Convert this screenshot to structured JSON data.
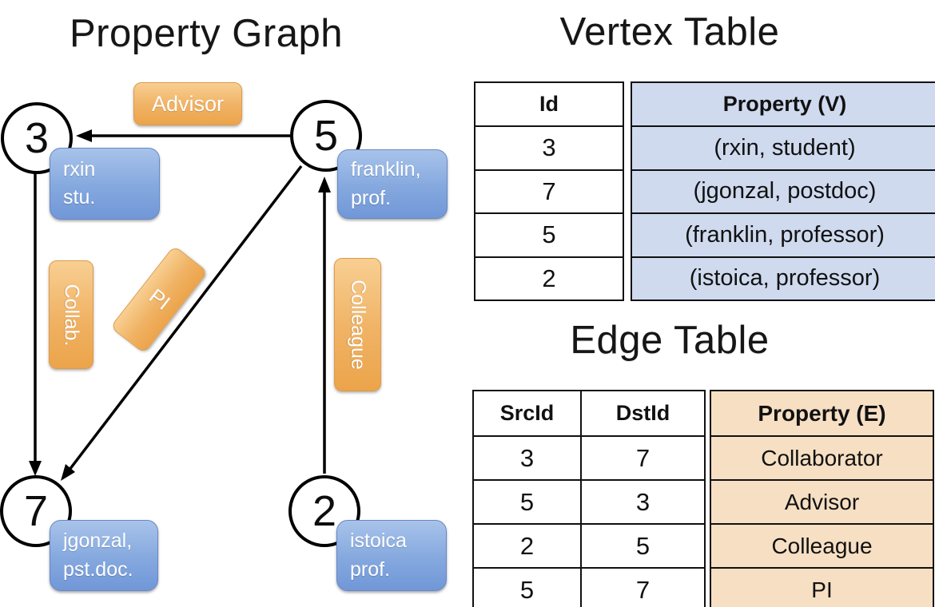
{
  "graph": {
    "title": "Property Graph",
    "nodes": [
      {
        "id": "3",
        "line1": "rxin",
        "line2": "stu."
      },
      {
        "id": "5",
        "line1": "franklin,",
        "line2": "prof."
      },
      {
        "id": "7",
        "line1": "jgonzal,",
        "line2": "pst.doc."
      },
      {
        "id": "2",
        "line1": "istoica",
        "line2": "prof."
      }
    ],
    "edge_labels": {
      "advisor": "Advisor",
      "collab": "Collab.",
      "pi": "PI",
      "colleague": "Colleague"
    }
  },
  "vertex_table": {
    "title": "Vertex Table",
    "columns": [
      "Id",
      "Property (V)"
    ],
    "rows": [
      [
        "3",
        "(rxin, student)"
      ],
      [
        "7",
        "(jgonzal, postdoc)"
      ],
      [
        "5",
        "(franklin, professor)"
      ],
      [
        "2",
        "(istoica, professor)"
      ]
    ]
  },
  "edge_table": {
    "title": "Edge Table",
    "columns": [
      "SrcId",
      "DstId",
      "Property (E)"
    ],
    "rows": [
      [
        "3",
        "7",
        "Collaborator"
      ],
      [
        "5",
        "3",
        "Advisor"
      ],
      [
        "2",
        "5",
        "Colleague"
      ],
      [
        "5",
        "7",
        "PI"
      ]
    ]
  },
  "colors": {
    "edge_label_orange_top": "#f8cf92",
    "edge_label_orange_bottom": "#eca44a",
    "vertex_label_blue_top": "#a8c3ea",
    "vertex_label_blue_bottom": "#7197d8",
    "vertex_table_property_bg": "#cfdaef",
    "edge_table_property_bg": "#f6dfc3",
    "line_black": "#000000"
  }
}
